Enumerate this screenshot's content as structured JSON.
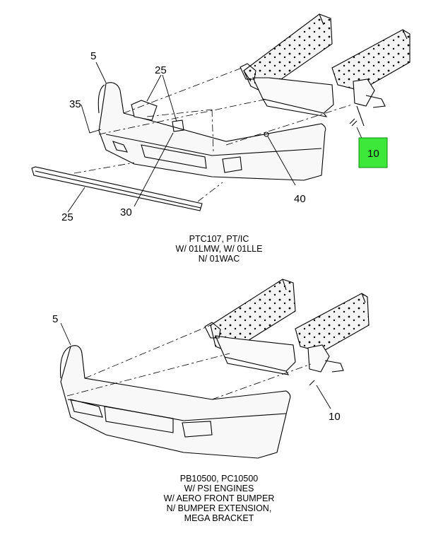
{
  "callouts_top": {
    "c5": "5",
    "c25a": "25",
    "c35": "35",
    "c10": "10",
    "c40": "40",
    "c30": "30",
    "c25b": "25"
  },
  "caption_top": [
    "PTC107,  PT/IC",
    "W/ 01LMW, W/ 01LLE",
    "N/ 01WAC"
  ],
  "callouts_bottom": {
    "c5": "5",
    "c10": "10"
  },
  "caption_bottom": [
    "PB10500,  PC10500",
    "W/ PSI ENGINES",
    "W/ AERO FRONT BUMPER",
    "N/ BUMPER EXTENSION,",
    "MEGA BRACKET"
  ],
  "colors": {
    "highlight": "#3ee83a",
    "line": "#000000",
    "frame": "#f4f4f4"
  }
}
